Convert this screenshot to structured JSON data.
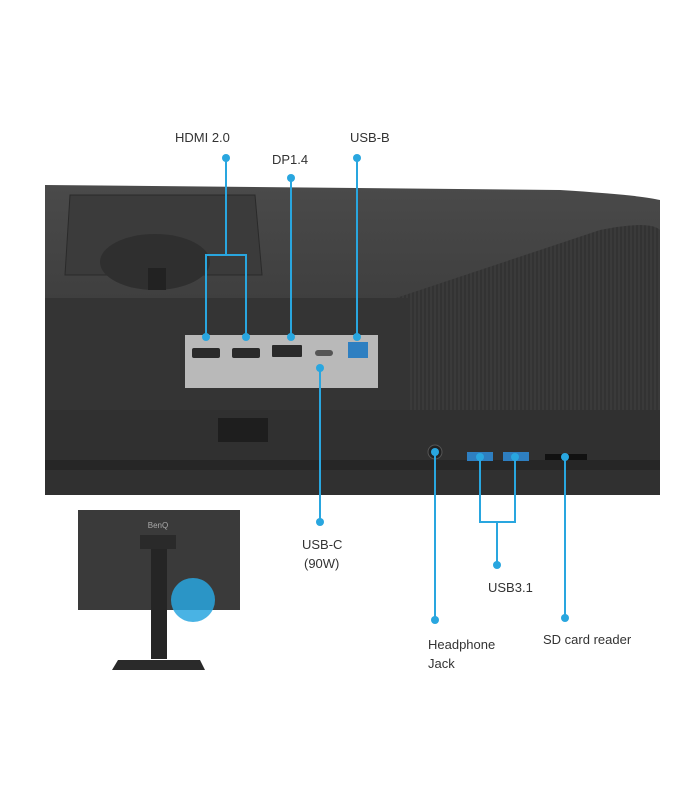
{
  "brand": "BenQ",
  "accent_color": "#29a6df",
  "labels": {
    "hdmi": "HDMI 2.0",
    "dp": "DP1.4",
    "usb_b": "USB-B",
    "usb_c_line1": "USB-C",
    "usb_c_line2": "(90W)",
    "usb31": "USB3.1",
    "headphone_line1": "Headphone",
    "headphone_line2": "Jack",
    "sd": "SD card reader"
  }
}
